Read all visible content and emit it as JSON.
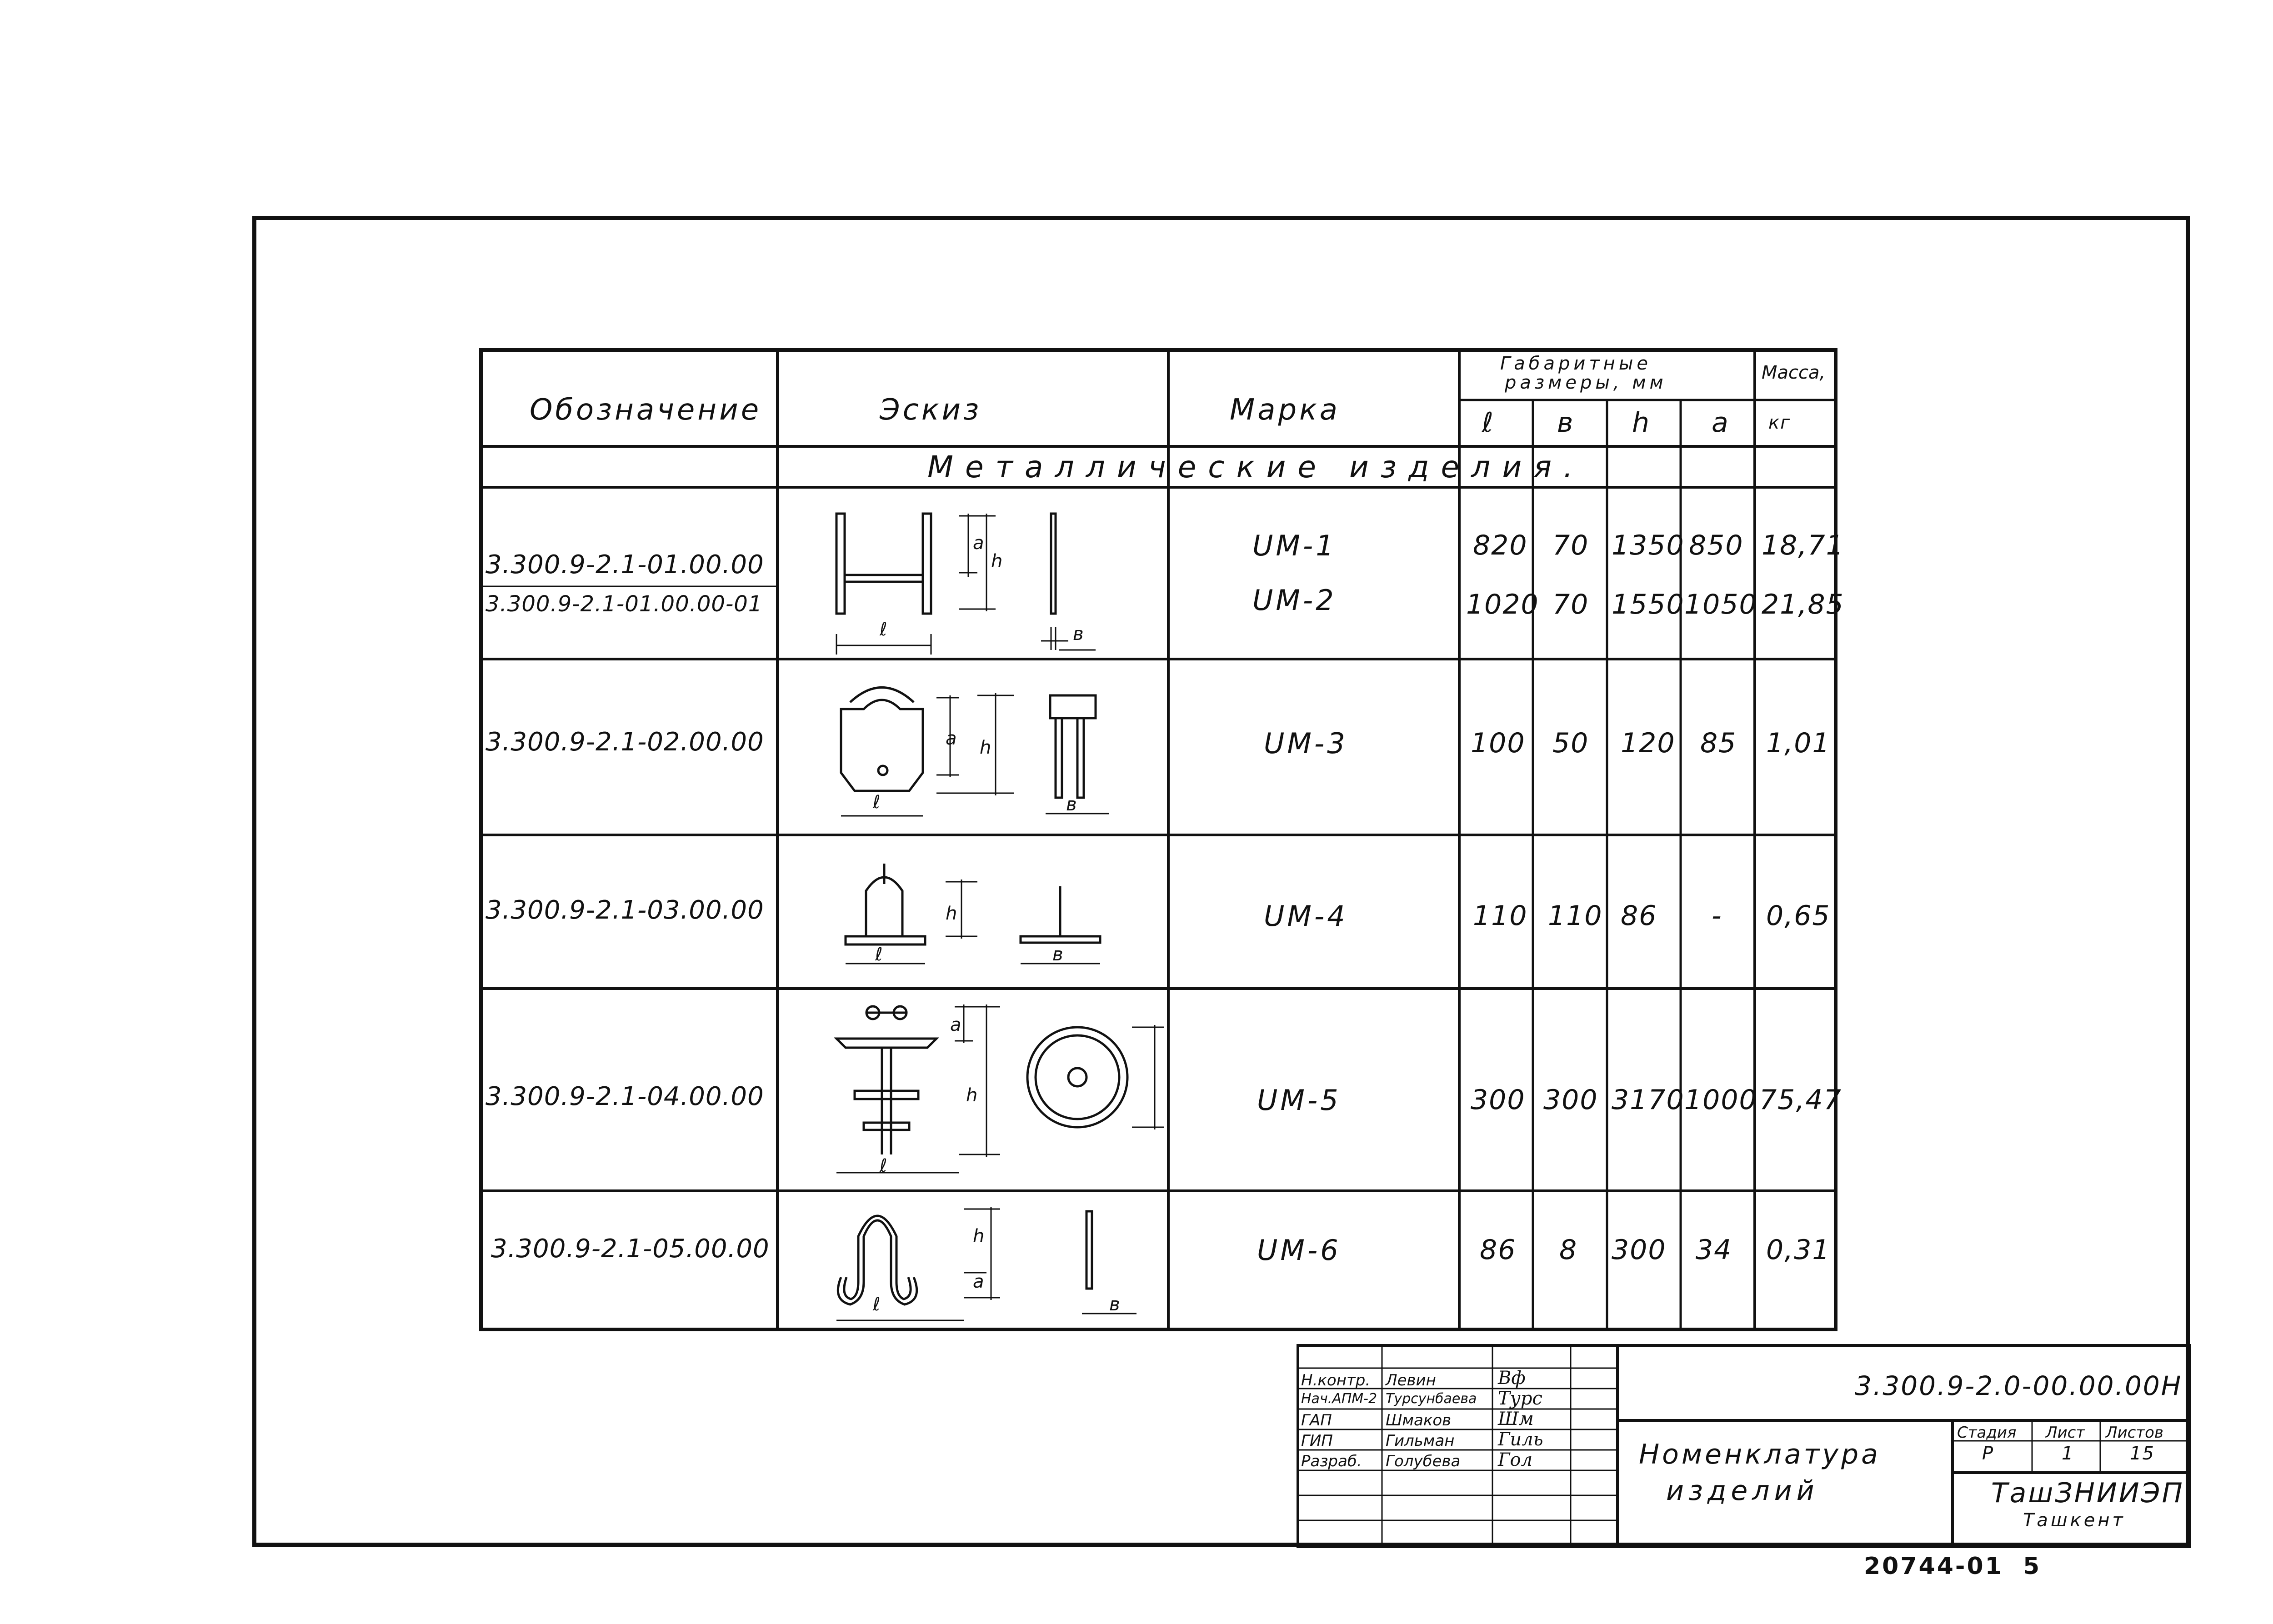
{
  "table": {
    "headers": {
      "designation": "Обозначение",
      "sketch": "Эскиз",
      "mark": "Марка",
      "dims_group_line1": "Габаритные",
      "dims_group_line2": "размеры, мм",
      "dim_l": "ℓ",
      "dim_b": "в",
      "dim_h": "h",
      "dim_a": "a",
      "mass": "Масса,",
      "mass_unit": "кг"
    },
    "section_title": "Металлические изделия.",
    "rows": [
      {
        "designation": "3.300.9-2.1-01.00.00",
        "mark": "UM-1",
        "l": "820",
        "b": "70",
        "h": "1350",
        "a": "850",
        "mass": "18,71"
      },
      {
        "designation": "3.300.9-2.1-01.00.00-01",
        "mark": "UM-2",
        "l": "1020",
        "b": "70",
        "h": "1550",
        "a": "1050",
        "mass": "21,85"
      },
      {
        "designation": "3.300.9-2.1-02.00.00",
        "mark": "UM-3",
        "l": "100",
        "b": "50",
        "h": "120",
        "a": "85",
        "mass": "1,01"
      },
      {
        "designation": "3.300.9-2.1-03.00.00",
        "mark": "UM-4",
        "l": "110",
        "b": "110",
        "h": "86",
        "a": "-",
        "mass": "0,65"
      },
      {
        "designation": "3.300.9-2.1-04.00.00",
        "mark": "UM-5",
        "l": "300",
        "b": "300",
        "h": "3170",
        "a": "1000",
        "mass": "75,47"
      },
      {
        "designation": "3.300.9-2.1-05.00.00",
        "mark": "UM-6",
        "l": "86",
        "b": "8",
        "h": "300",
        "a": "34",
        "mass": "0,31"
      }
    ],
    "sketch_labels": {
      "l": "ℓ",
      "b": "в",
      "h": "h",
      "a": "a"
    }
  },
  "title_block": {
    "doc_code": "3.300.9-2.0-00.00.00Н",
    "roles": [
      "Н.контр.",
      "Нач.АПМ-2",
      "ГАП",
      "ГИП",
      "Разраб."
    ],
    "names": [
      "Левин",
      "Турсунбаева",
      "Шмаков",
      "Гильман",
      "Голубева"
    ],
    "signatures": [
      "Вф",
      "Турс",
      "Шм",
      "Гиль",
      "Гол"
    ],
    "title_line1": "Номенклатура",
    "title_line2": "изделий",
    "stage_label": "Стадия",
    "sheet_label": "Лист",
    "sheets_label": "Листов",
    "stage": "Р",
    "sheet": "1",
    "sheets": "15",
    "org_line1": "ТашЗНИИЭП",
    "org_line2": "Ташкент"
  },
  "archive_number": "20744-01",
  "page_number": "5"
}
